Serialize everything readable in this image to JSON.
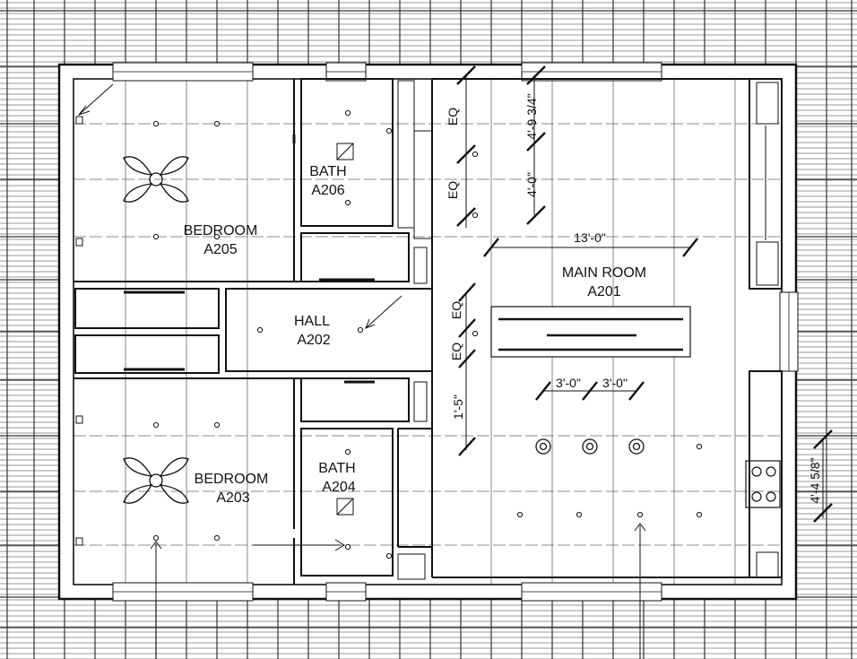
{
  "rooms": {
    "bedroom_a205": {
      "name": "BEDROOM",
      "number": "A205"
    },
    "bath_a206": {
      "name": "BATH",
      "number": "A206"
    },
    "hall_a202": {
      "name": "HALL",
      "number": "A202"
    },
    "main_room_a201": {
      "name": "MAIN ROOM",
      "number": "A201"
    },
    "bedroom_a203": {
      "name": "BEDROOM",
      "number": "A203"
    },
    "bath_a204": {
      "name": "BATH",
      "number": "A204"
    }
  },
  "dimensions": {
    "d_13_0": "13'-0\"",
    "d_4_9_3_4": "4'-9 3/4\"",
    "d_4_0": "4'-0\"",
    "d_eq_1": "EQ",
    "d_eq_2": "EQ",
    "d_eq_3": "EQ",
    "d_eq_4": "EQ",
    "d_1_5": "1'-5\"",
    "d_3_0_a": "3'-0\"",
    "d_3_0_b": "3'-0\"",
    "d_4_4_5_8": "4'-4 5/8\""
  },
  "colors": {
    "line": "#111111",
    "grid": "#555555",
    "background": "#ffffff"
  }
}
